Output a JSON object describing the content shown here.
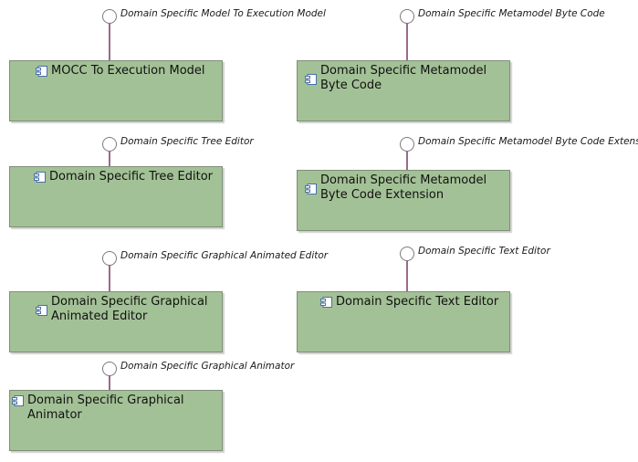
{
  "diagram": {
    "components": [
      {
        "name": "MOCC To Execution Model",
        "interface": "Domain Specific Model To Execution Model"
      },
      {
        "name": "Domain Specific Metamodel Byte Code",
        "interface": "Domain Specific Metamodel Byte Code"
      },
      {
        "name": "Domain Specific Tree Editor",
        "interface": "Domain Specific Tree Editor"
      },
      {
        "name": "Domain Specific Metamodel Byte Code Extension",
        "interface": "Domain Specific Metamodel Byte Code Extension"
      },
      {
        "name": "Domain Specific Graphical Animated Editor",
        "interface": "Domain Specific Graphical Animated Editor"
      },
      {
        "name": "Domain Specific Text Editor",
        "interface": "Domain Specific Text Editor"
      },
      {
        "name": "Domain Specific Graphical Animator",
        "interface": "Domain Specific Graphical Animator"
      }
    ],
    "colors": {
      "component_fill": "#a3c196",
      "connector": "#9a6a8a"
    },
    "icons": {
      "component": "component-icon",
      "interface": "interface-lollipop-icon"
    }
  }
}
